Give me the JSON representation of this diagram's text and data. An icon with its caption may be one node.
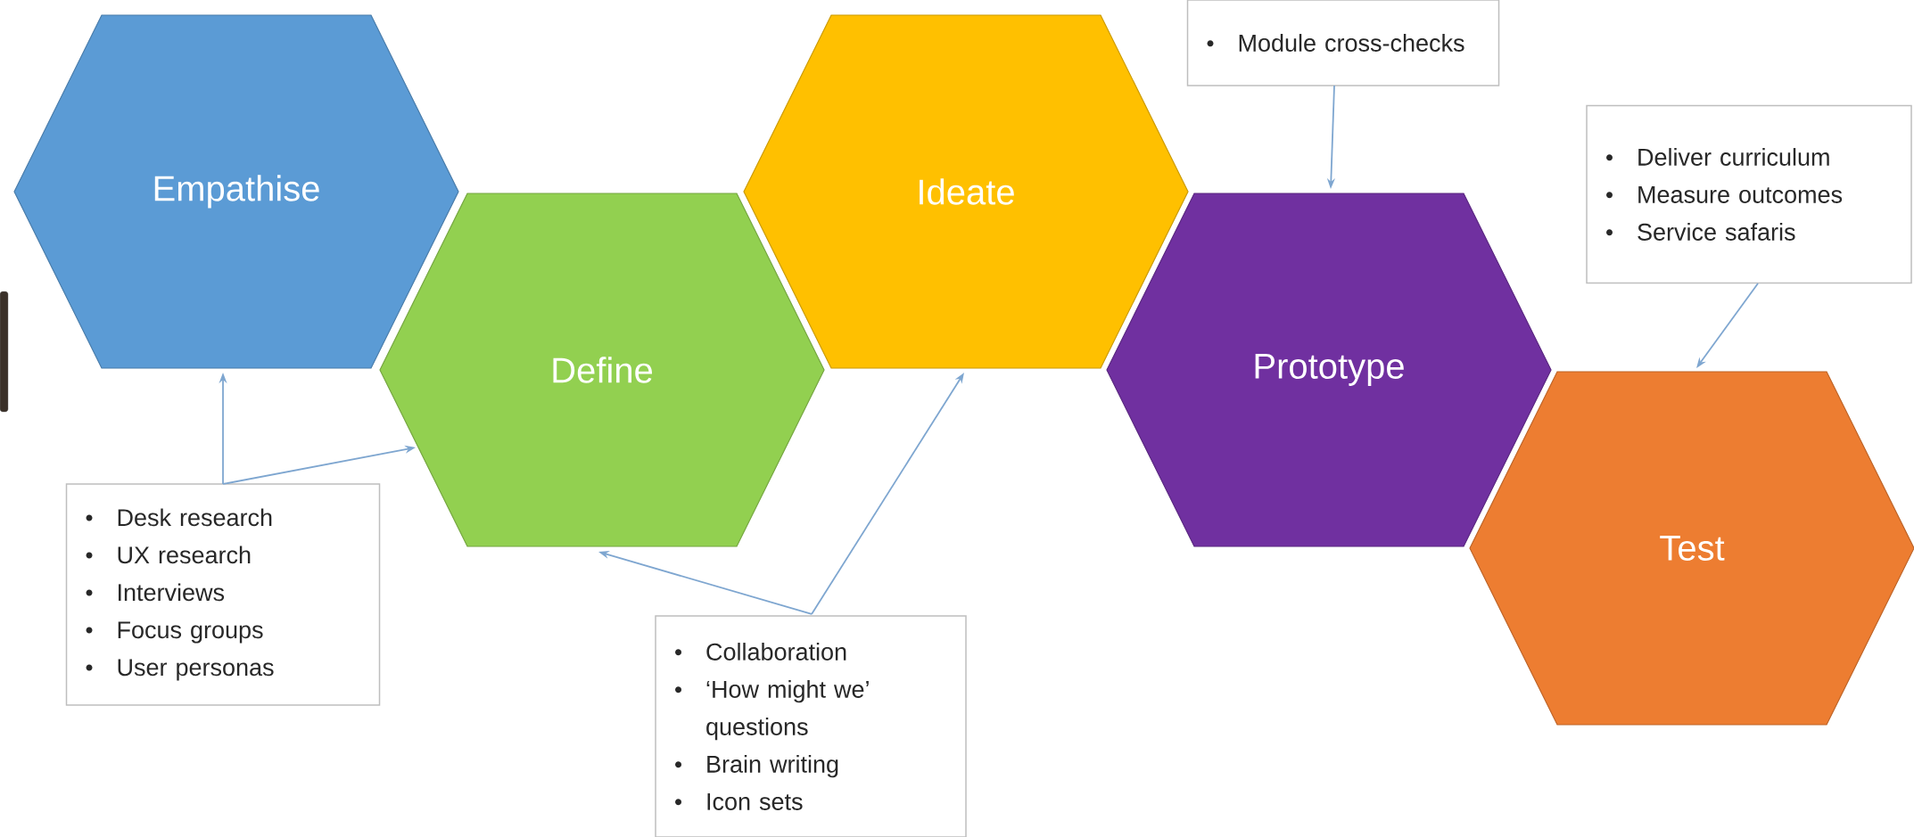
{
  "diagram": {
    "nodes": [
      {
        "text": [
          "Empathise"
        ]
      },
      {
        "text": [
          "Define"
        ]
      },
      {
        "text": [
          "Ideate"
        ]
      },
      {
        "text": [
          "Prototype"
        ]
      },
      {
        "text": [
          "Test"
        ]
      },
      {
        "text": [
          "Module cross-checks"
        ]
      },
      {
        "text": [
          "Deliver curriculum",
          "Measure outcomes",
          "Service safaris"
        ]
      },
      {
        "text": [
          "Desk research",
          "UX research",
          "Interviews",
          "Focus groups",
          "User personas"
        ]
      },
      {
        "text": [
          "Collaboration",
          "‘How might we’ questions",
          "Brain writing",
          "Icon sets"
        ]
      }
    ],
    "edges": [
      {
        "from": 7,
        "to": 0,
        "arrow": "to"
      },
      {
        "from": 7,
        "to": 1,
        "arrow": "to"
      },
      {
        "from": 8,
        "to": 1,
        "arrow": "to"
      },
      {
        "from": 8,
        "to": 2,
        "arrow": "to"
      },
      {
        "from": 5,
        "to": 3,
        "arrow": "to"
      },
      {
        "from": 6,
        "to": 4,
        "arrow": "to"
      }
    ]
  }
}
